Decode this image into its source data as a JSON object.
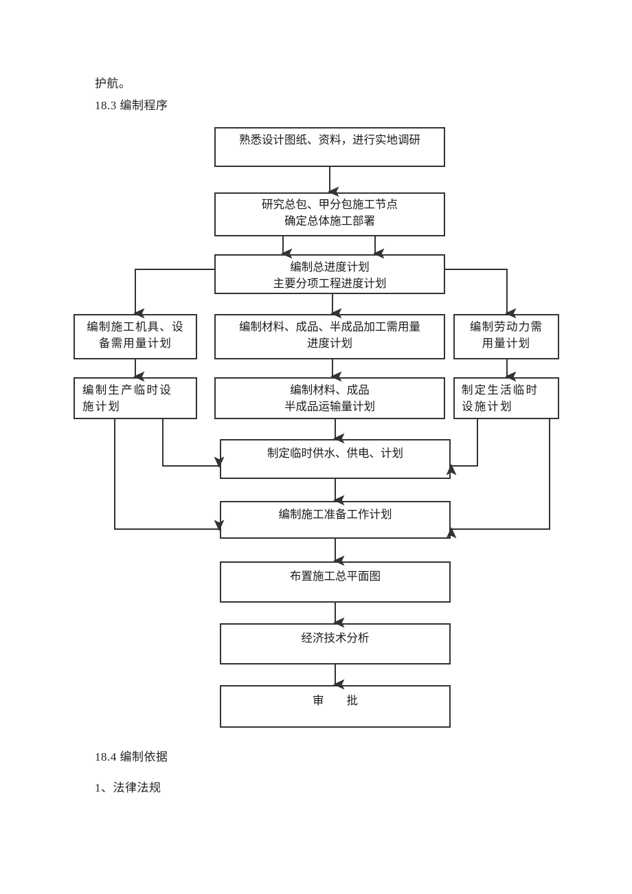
{
  "document": {
    "paragraphs": {
      "top_fragment": "护航。",
      "section_18_3": "18.3 编制程序",
      "section_18_4": "18.4 编制依据",
      "item_1": "1、法律法规"
    }
  },
  "flowchart": {
    "title": "编制程序",
    "line_color": "#333333",
    "box_fill": "#ffffff",
    "nodes": [
      {
        "id": "n1",
        "label": "熟悉设计图纸、资料，进行实地调研"
      },
      {
        "id": "n2",
        "label": "研究总包、甲分包施工节点\n确定总体施工部署"
      },
      {
        "id": "n3",
        "label": "编制总进度计划\n主要分项工程进度计划"
      },
      {
        "id": "n4",
        "label": "编制施工机具、设\n备需用量计划"
      },
      {
        "id": "n5",
        "label": "编制材料、成品、半成品加工需用量\n进度计划"
      },
      {
        "id": "n6",
        "label": "编制劳动力需\n用量计划"
      },
      {
        "id": "n7",
        "label": "编制生产临时设\n施计划"
      },
      {
        "id": "n8",
        "label": "编制材料、成品\n半成品运输量计划"
      },
      {
        "id": "n9",
        "label": "制定生活临时\n设施计划"
      },
      {
        "id": "n10",
        "label": "制定临时供水、供电、计划"
      },
      {
        "id": "n11",
        "label": "编制施工准备工作计划"
      },
      {
        "id": "n12",
        "label": "布置施工总平面图"
      },
      {
        "id": "n13",
        "label": "经济技术分析"
      },
      {
        "id": "n14",
        "label": "审　　批"
      }
    ]
  }
}
